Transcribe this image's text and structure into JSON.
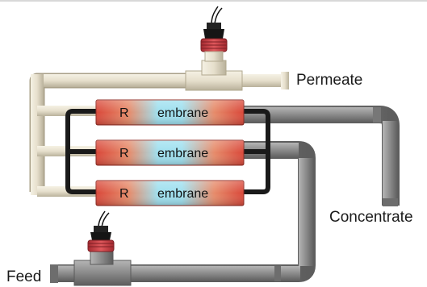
{
  "labels": {
    "permeate": "Permeate",
    "concentrate": "Concentrate",
    "feed": "Feed"
  },
  "membranes": [
    {
      "prefix": "R",
      "text": "embrane"
    },
    {
      "prefix": "R",
      "text": "embrane"
    },
    {
      "prefix": "R",
      "text": "embrane"
    }
  ],
  "colors": {
    "permeate_pipe": "#e6dfcc",
    "concentrate_pipe": "#8c8c8c",
    "manifold": "#1a1a1a",
    "membrane_outer": "#d9483a",
    "membrane_inner": "#9fe0ef",
    "sensor_red": "#c9343a",
    "sensor_black": "#151515",
    "background": "#ffffff"
  }
}
